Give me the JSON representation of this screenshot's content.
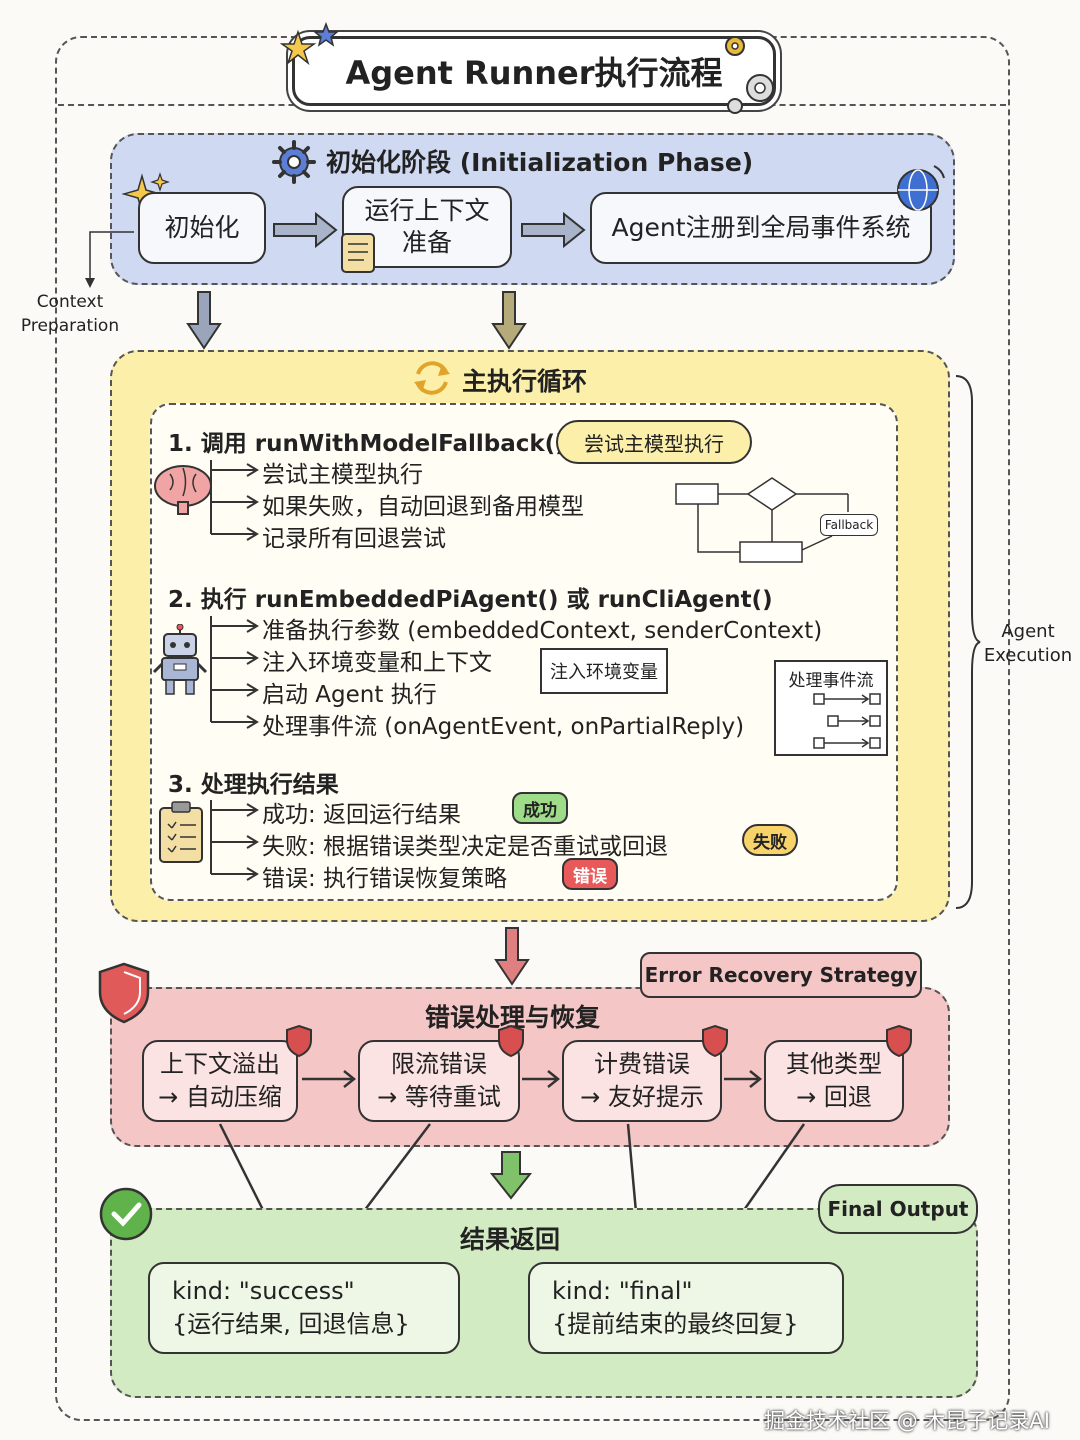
{
  "title": "Agent Runner执行流程",
  "init": {
    "title": "初始化阶段 (Initialization Phase)",
    "nodes": [
      "初始化",
      "运行上下文\n准备",
      "Agent注册到全局事件系统"
    ],
    "side_label": "Context\nPreparation"
  },
  "main": {
    "title": "主执行循环",
    "side_label": "Agent\nExecution",
    "step1": {
      "title": "1. 调用 runWithModelFallback()",
      "items": [
        "尝试主模型执行",
        "如果失败，自动回退到备用模型",
        "记录所有回退尝试"
      ],
      "bubble": "尝试主模型执行",
      "fallback_label": "Fallback"
    },
    "step2": {
      "title": "2. 执行 runEmbeddedPiAgent() 或 runCliAgent()",
      "items": [
        "准备执行参数 (embeddedContext, senderContext)",
        "注入环境变量和上下文",
        "启动 Agent 执行",
        "处理事件流 (onAgentEvent, onPartialReply)"
      ],
      "note": "注入环境变量",
      "event_flow_label": "处理事件流"
    },
    "step3": {
      "title": "3. 处理执行结果",
      "items": [
        "成功: 返回运行结果",
        "失败: 根据错误类型决定是否重试或回退",
        "错误: 执行错误恢复策略"
      ],
      "tags": [
        "成功",
        "失败",
        "错误"
      ]
    }
  },
  "error": {
    "title": "错误处理与恢复",
    "strategy_label": "Error Recovery Strategy",
    "nodes": [
      {
        "line1": "上下文溢出",
        "line2": "→ 自动压缩"
      },
      {
        "line1": "限流错误",
        "line2": "→ 等待重试"
      },
      {
        "line1": "计费错误",
        "line2": "→ 友好提示"
      },
      {
        "line1": "其他类型",
        "line2": "→ 回退"
      }
    ]
  },
  "result": {
    "title": "结果返回",
    "final_label": "Final Output",
    "nodes": [
      {
        "line1": "kind: \"success\"",
        "line2": "{运行结果, 回退信息}"
      },
      {
        "line1": "kind: \"final\"",
        "line2": "{提前结束的最终回复}"
      }
    ]
  },
  "watermark": "掘金技术社区 @ 木昆子记录AI",
  "colors": {
    "init_bg": "#cfd9f2",
    "main_bg": "#fbefaa",
    "error_bg": "#f5c6c6",
    "result_bg": "#d3ebc3",
    "success_tag": "#9fdc8a",
    "fail_tag": "#f8d36a",
    "error_tag": "#e85a5a"
  }
}
